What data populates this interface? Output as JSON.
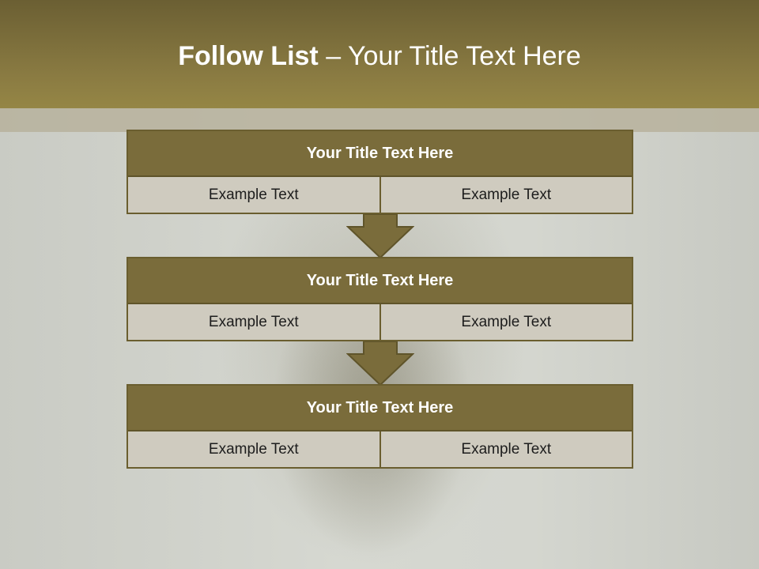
{
  "slide": {
    "title_bold": "Follow List",
    "title_rest": " – Your Title Text Here",
    "blocks": [
      {
        "title": "Your Title Text Here",
        "cells": [
          "Example Text",
          "Example Text"
        ]
      },
      {
        "title": "Your Title Text Here",
        "cells": [
          "Example Text",
          "Example Text"
        ]
      },
      {
        "title": "Your Title Text Here",
        "cells": [
          "Example Text",
          "Example Text"
        ]
      }
    ]
  },
  "colors": {
    "header": "#8a7b42",
    "block_header": "#7a6c3b",
    "cell": "#cfcbbf",
    "arrow": "#7a6c3b"
  }
}
